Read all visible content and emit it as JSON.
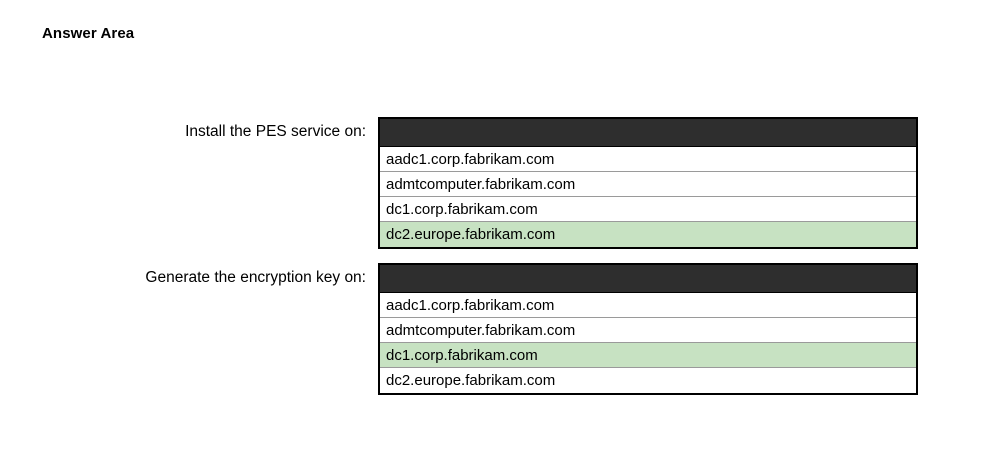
{
  "page": {
    "title": "Answer Area",
    "background_color": "#ffffff",
    "highlight_color": "#c7e2c2",
    "header_bar_color": "#2e2e2e",
    "border_color": "#000000"
  },
  "groups": [
    {
      "label": "Install the PES service on:",
      "selected_value": "dc2.europe.fabrikam.com",
      "options": [
        "aadc1.corp.fabrikam.com",
        "admtcomputer.fabrikam.com",
        "dc1.corp.fabrikam.com",
        "dc2.europe.fabrikam.com"
      ],
      "selected_index": 3
    },
    {
      "label": "Generate the encryption key on:",
      "selected_value": "dc1.corp.fabrikam.com",
      "options": [
        "aadc1.corp.fabrikam.com",
        "admtcomputer.fabrikam.com",
        "dc1.corp.fabrikam.com",
        "dc2.europe.fabrikam.com"
      ],
      "selected_index": 2
    }
  ]
}
